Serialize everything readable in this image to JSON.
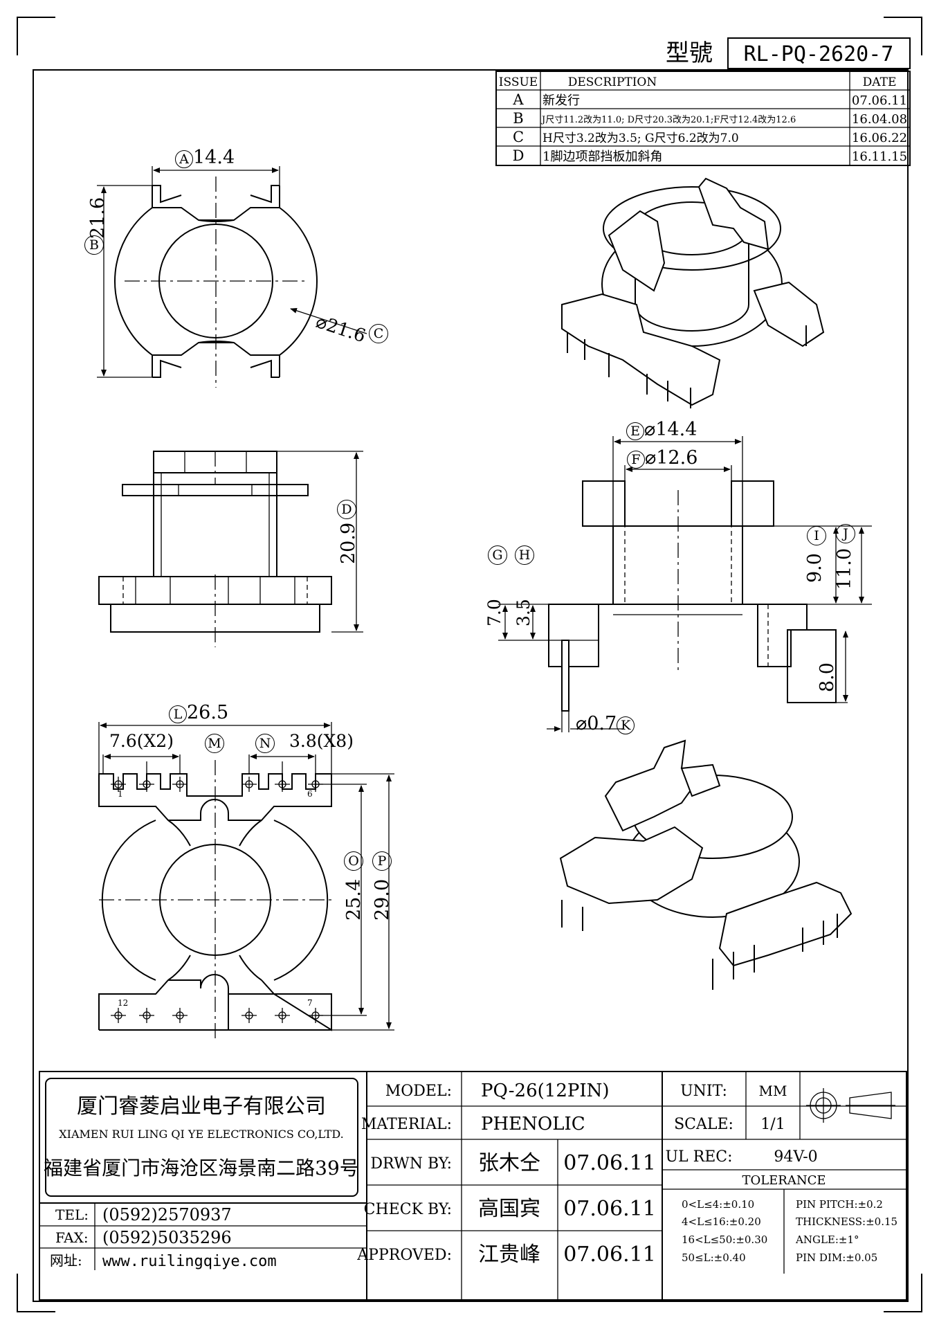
{
  "header": {
    "model_label": "型號",
    "model_no": "RL-PQ-2620-7"
  },
  "revisions": {
    "headers": [
      "ISSUE",
      "DESCRIPTION",
      "DATE"
    ],
    "rows": [
      [
        "A",
        "新发行",
        "07.06.11"
      ],
      [
        "B",
        "J尺寸11.2改为11.0; D尺寸20.3改为20.1;F尺寸12.4改为12.6",
        "16.04.08"
      ],
      [
        "C",
        "H尺寸3.2改为3.5; G尺寸6.2改为7.0",
        "16.06.22"
      ],
      [
        "D",
        "1脚边项部挡板加斜角",
        "16.11.15"
      ]
    ]
  },
  "dims": {
    "A": {
      "tag": "A",
      "value": "14.4"
    },
    "B": {
      "tag": "B",
      "value": "21.6"
    },
    "C": {
      "tag": "C",
      "value": "⌀21.6"
    },
    "D": {
      "tag": "D",
      "value": "20.9"
    },
    "E": {
      "tag": "E",
      "value": "⌀14.4"
    },
    "F": {
      "tag": "F",
      "value": "⌀12.6"
    },
    "G": {
      "tag": "G",
      "value": "7.0"
    },
    "H": {
      "tag": "H",
      "value": "3.5"
    },
    "I": {
      "tag": "I",
      "value": "9.0"
    },
    "J": {
      "tag": "J",
      "value": "11.0"
    },
    "K": {
      "tag": "K",
      "value": "⌀0.7"
    },
    "pin_len": {
      "value": "8.0"
    },
    "L": {
      "tag": "L",
      "value": "26.5"
    },
    "M": {
      "tag": "M",
      "value": "7.6(X2)"
    },
    "N": {
      "tag": "N",
      "value": "3.8(X8)"
    },
    "O": {
      "tag": "O",
      "value": "25.4"
    },
    "P": {
      "tag": "P",
      "value": "29.0"
    }
  },
  "pin_numbers": {
    "p1": "1",
    "p6": "6",
    "p12": "12",
    "p7": "7"
  },
  "title_block": {
    "company_cn": "厦门睿菱启业电子有限公司",
    "company_en": "XIAMEN RUI LING QI YE ELECTRONICS CO,LTD.",
    "address": "福建省厦门市海沧区海景南二路39号",
    "tel_label": "TEL:",
    "tel": "(0592)2570937",
    "fax_label": "FAX:",
    "fax": "(0592)5035296",
    "web_label": "网址:",
    "web": "www.ruilingqiye.com",
    "model_label": "MODEL:",
    "model": "PQ-26(12PIN)",
    "material_label": "MATERIAL:",
    "material": "PHENOLIC",
    "unit_label": "UNIT:",
    "unit": "MM",
    "scale_label": "SCALE:",
    "scale": "1/1",
    "drawn_label": "DRWN BY:",
    "drawn_by": "张木仝",
    "drawn_date": "07.06.11",
    "check_label": "CHECK BY:",
    "check_by": "高国宾",
    "check_date": "07.06.11",
    "approved_label": "APPROVED:",
    "approved_by": "江贵峰",
    "approved_date": "07.06.11",
    "ul_label": "UL REC:",
    "ul": "94V-0",
    "tolerance_label": "TOLERANCE",
    "tol_left": [
      "0<L≤4:±0.10",
      "4<L≤16:±0.20",
      "16<L≤50:±0.30",
      "50≤L:±0.40"
    ],
    "tol_right": [
      "PIN PITCH:±0.2",
      "THICKNESS:±0.15",
      "ANGLE:±1°",
      "PIN DIM:±0.05"
    ]
  }
}
